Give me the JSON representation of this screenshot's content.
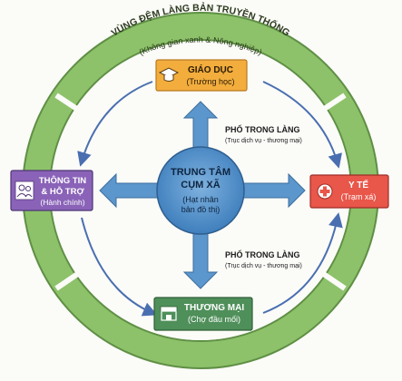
{
  "ring": {
    "title": "VÙNG ĐỆM LÀNG BẢN TRUYỀN THỐNG",
    "subtitle": "(Không gian xanh & Nông nghiệp)"
  },
  "center": {
    "line1": "TRUNG TÂM",
    "line2": "CỤM XÃ",
    "line3": "(Hạt nhân",
    "line4": "bản đồ thị)"
  },
  "nodes": {
    "education": {
      "title": "GIÁO DỤC",
      "subtitle": "(Trường học)",
      "icon": "graduation-cap-icon",
      "color": "#f2ad3d"
    },
    "health": {
      "title": "Y TẾ",
      "subtitle": "(Trạm xá)",
      "icon": "medical-cross-icon",
      "color": "#e9564a"
    },
    "commerce": {
      "title": "THƯƠNG MẠI",
      "subtitle": "(Chợ đầu mối)",
      "icon": "market-stall-icon",
      "color": "#4f8f5a"
    },
    "info": {
      "title": "THÔNG TIN",
      "title2": "& HỖ TRỢ",
      "subtitle": "(Hành chính)",
      "icon": "people-icon",
      "color": "#8a63b8"
    }
  },
  "streets": {
    "top": {
      "title": "PHỐ TRONG LÀNG",
      "subtitle": "(Trục dịch vụ - thương mại)"
    },
    "bottom": {
      "title": "PHỐ TRONG LÀNG",
      "subtitle": "(Trục dịch vụ - thương mại)"
    }
  },
  "colors": {
    "ring_green": "#8dc26a",
    "center_blue": "#4f8dc7",
    "arrow_blue": "#5b96cc",
    "link_blue": "#4a6fb0"
  }
}
